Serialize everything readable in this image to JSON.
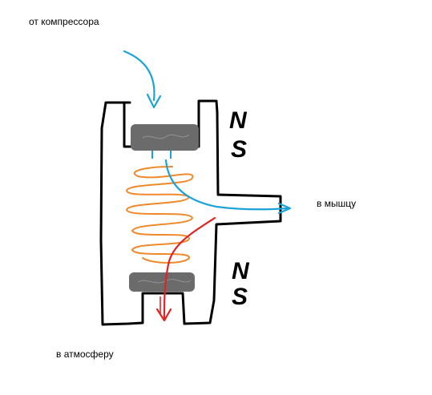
{
  "labels": {
    "from_compressor": "от компрессора",
    "to_muscle": "в мышцу",
    "to_atmosphere": "в атмосферу"
  },
  "poles": {
    "top_north": "N",
    "top_south": "S",
    "bottom_north": "N",
    "bottom_south": "S"
  },
  "colors": {
    "body": "#000000",
    "magnet": "#6b6b6b",
    "coil": "#ef8a2c",
    "air_in": "#1aa3d9",
    "air_out": "#e02424"
  }
}
